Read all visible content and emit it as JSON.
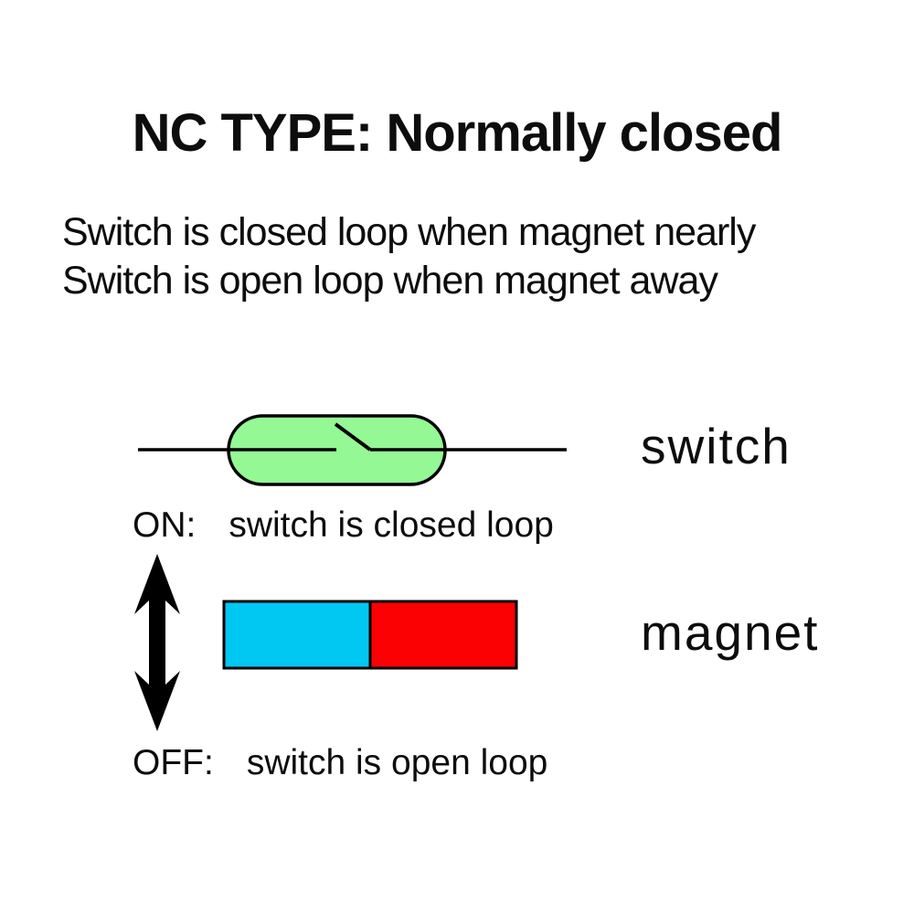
{
  "title": "NC TYPE: Normally closed",
  "subtitle": {
    "line1": "Switch is closed loop when magnet nearly",
    "line2": "Switch is open loop when magnet away"
  },
  "switch_section": {
    "label": "switch",
    "status_prefix": "ON:",
    "status_text": "switch is closed loop"
  },
  "magnet_section": {
    "label": "magnet",
    "status_prefix": "OFF:",
    "status_text": "switch is open loop"
  },
  "icons": {
    "up_down_arrow": "vertical double-headed arrow"
  },
  "colors": {
    "capsule_green": "#94f894",
    "magnet_cyan": "#00c8f2",
    "magnet_red": "#fb0104",
    "line_black": "#000000",
    "text_black": "#0d0d0d",
    "background": "#ffffff"
  }
}
